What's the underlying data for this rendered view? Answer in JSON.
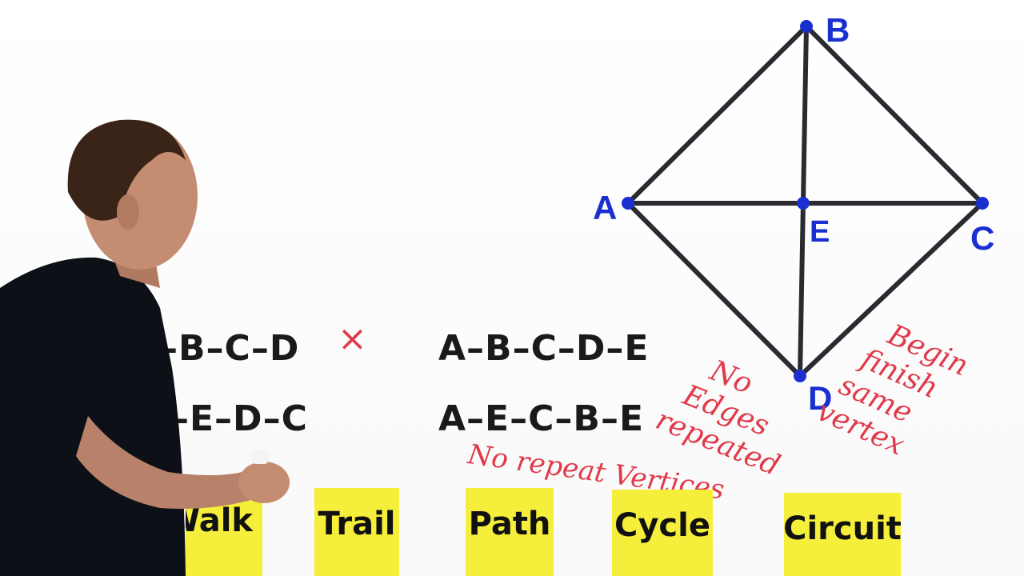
{
  "graph": {
    "vertices": {
      "a": "A",
      "b": "B",
      "c": "C",
      "d": "D",
      "e": "E"
    }
  },
  "sequences": {
    "row1_left": "–B–C–D",
    "row1_right": "A–B–C–D–E",
    "row2_left": "–E–D–C",
    "row2_right": "A–E–C–B–E",
    "cross_mark": "×"
  },
  "notes": {
    "no_repeat_vertices": "No repeat Vertices",
    "edges_line1": "No",
    "edges_line2": "Edges",
    "edges_line3": "repeated",
    "begin_line1": "Begin",
    "begin_line2": "finish",
    "begin_line3": "same",
    "begin_line4": "vertex"
  },
  "cards": {
    "walk": "Walk",
    "trail": "Trail",
    "path": "Path",
    "cycle": "Cycle",
    "circuit": "Circuit"
  },
  "colors": {
    "vertex": "#1a2fd0",
    "edge": "#2a2a30",
    "ink_red": "#e03a4a",
    "card": "#f5ee3a"
  }
}
